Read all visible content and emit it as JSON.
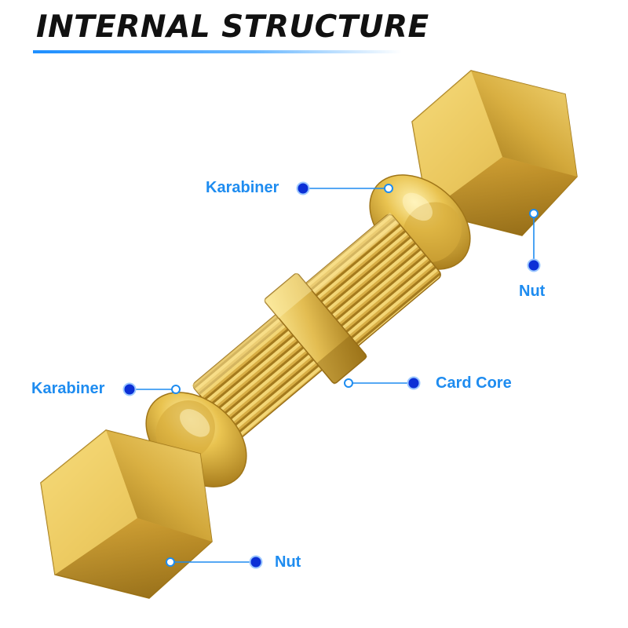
{
  "title": "INTERNAL STRUCTURE",
  "colors": {
    "title_text": "#111111",
    "accent_blue": "#1e8cf0",
    "dot_blue": "#0b2fd6",
    "brass_light": "#f6dc7a",
    "brass_mid": "#d9b040",
    "brass_dark": "#9c7418"
  },
  "parts": {
    "karabiner_top": "Karabiner",
    "nut_top": "Nut",
    "card_core": "Card Core",
    "karabiner_bottom": "Karabiner",
    "nut_bottom": "Nut"
  }
}
